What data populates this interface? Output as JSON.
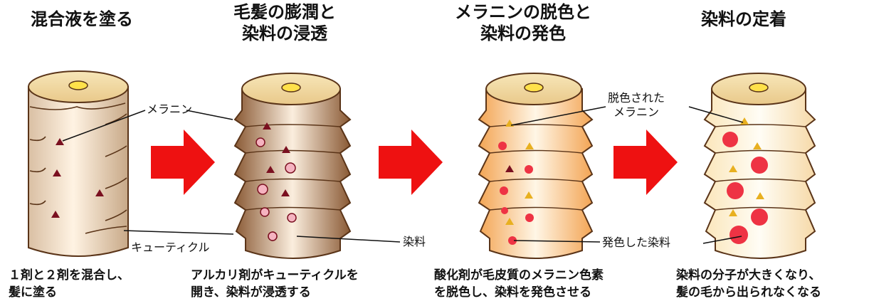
{
  "stages": [
    {
      "title": "混合液を塗る",
      "caption": [
        "１剤と２剤を混合し、",
        "髪に塗る"
      ]
    },
    {
      "title": [
        "毛髪の膨潤と",
        "染料の浸透"
      ],
      "caption": [
        "アルカリ剤がキューティクルを",
        "開き、染料が浸透する"
      ]
    },
    {
      "title": [
        "メラニンの脱色と",
        "染料の発色"
      ],
      "caption": [
        "酸化剤が毛皮質のメラニン色素",
        "を脱色し、染料を発色させる"
      ]
    },
    {
      "title": "染料の定着",
      "caption": [
        "染料の分子が大きくなり、",
        "髪の毛から出られなくなる"
      ]
    }
  ],
  "labels": {
    "melanin": "メラニン",
    "cuticle": "キューティクル",
    "dye": "染料",
    "decolored_melanin": [
      "脱色された",
      "メラニン"
    ],
    "colored_dye": "発色した染料"
  },
  "colors": {
    "arrow": "#ee1111",
    "melanin_dark": "#7a1020",
    "dye_pink": "#f5b3c0",
    "dye_red": "#ee3344",
    "melanin_decolored": "#e8b020"
  }
}
